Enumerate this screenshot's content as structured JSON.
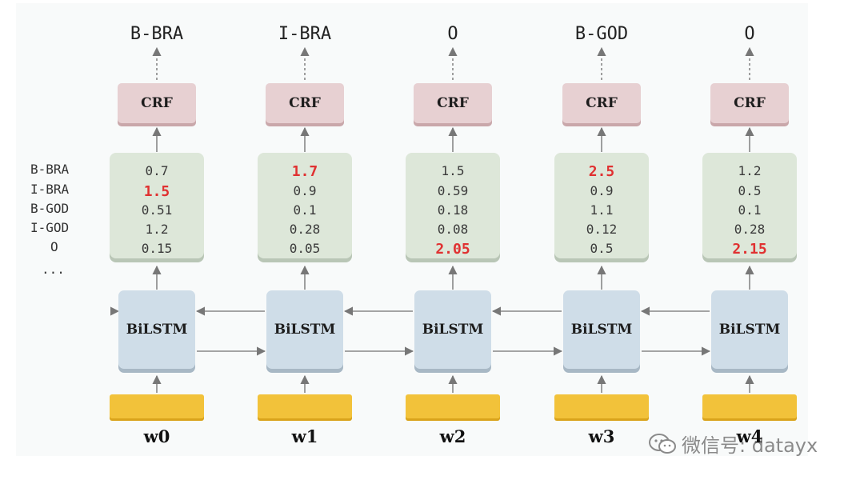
{
  "output_tags": [
    "B-BRA",
    "I-BRA",
    "O",
    "B-GOD",
    "O"
  ],
  "crf_label": "CRF",
  "lstm_label": "BiLSTM",
  "words": [
    "w0",
    "w1",
    "w2",
    "w3",
    "w4"
  ],
  "row_labels": [
    "B-BRA",
    "I-BRA",
    "B-GOD",
    "I-GOD",
    "O",
    "..."
  ],
  "scores": [
    [
      "0.7",
      "1.5",
      "0.51",
      "1.2",
      "0.15"
    ],
    [
      "1.7",
      "0.9",
      "0.1",
      "0.28",
      "0.05"
    ],
    [
      "1.5",
      "0.59",
      "0.18",
      "0.08",
      "2.05"
    ],
    [
      "2.5",
      "0.9",
      "1.1",
      "0.12",
      "0.5"
    ],
    [
      "1.2",
      "0.5",
      "0.1",
      "0.28",
      "2.15"
    ]
  ],
  "highlight_index": [
    1,
    0,
    4,
    0,
    4
  ],
  "colors": {
    "highlight": "#e03131",
    "crf_box": "#e7d0d2",
    "score_box": "#dde7d9",
    "lstm_box": "#cfdde8",
    "embedding": "#f2c23a"
  },
  "watermark": "微信号: datayx"
}
